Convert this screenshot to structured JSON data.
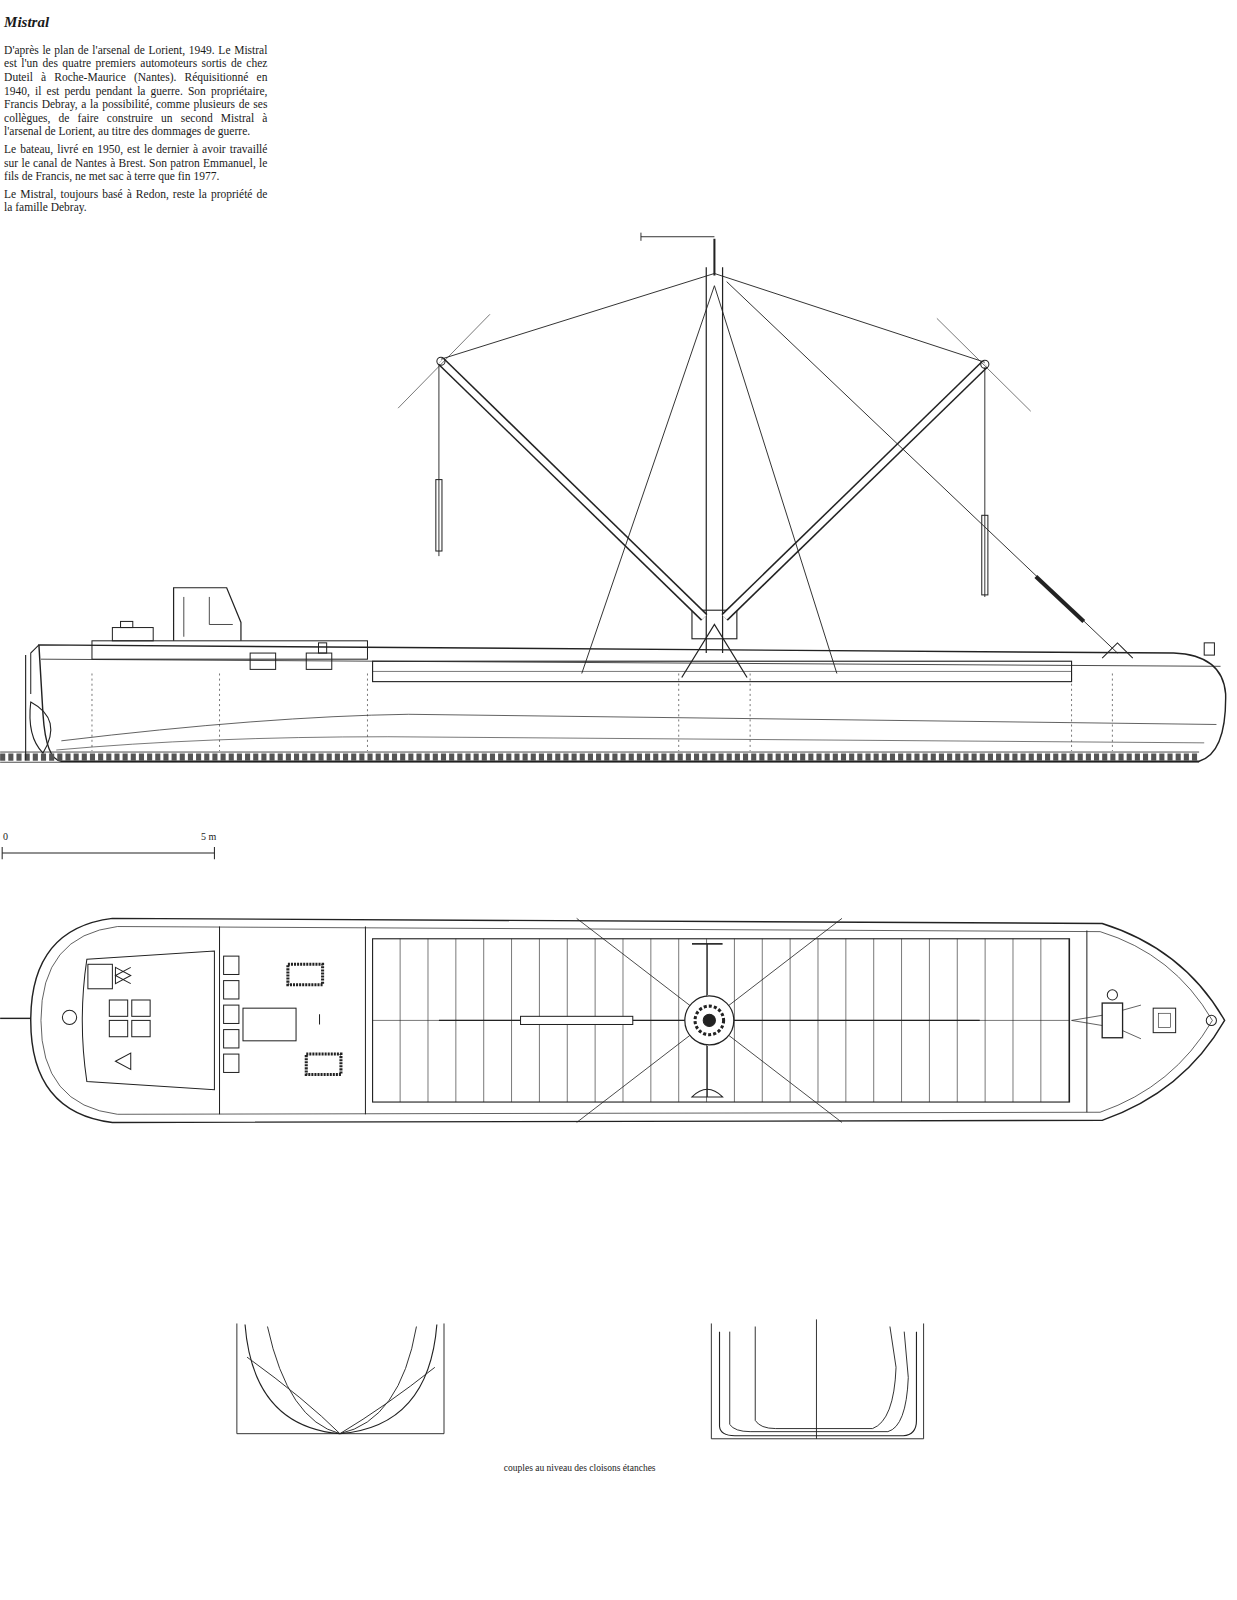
{
  "diagram": {
    "title": "Mistral",
    "caption": "couples au niveau des cloisons étanches",
    "labels": [
      "D'après le plan de l'arsenal de Lorient, 1949. Le Mistral est l'un des quatre premiers automoteurs sortis de chez Duteil à Roche-Maurice (Nantes). Réquisitionné en 1940, il est perdu pendant la guerre. Son propriétaire, Francis Debray, a la possibilité, comme plusieurs de ses collègues, de faire construire un second Mistral à l'arsenal de Lorient, au titre des dommages de guerre.",
      "Le bateau, livré en 1950, est le dernier à avoir travaillé sur le canal de Nantes à Brest. Son patron Emmanuel, le fils de Francis, ne met sac à terre que fin 1977.",
      "Le Mistral, toujours basé à Redon, reste la propriété de la famille Debray.",
      "0",
      "5 m"
    ]
  }
}
